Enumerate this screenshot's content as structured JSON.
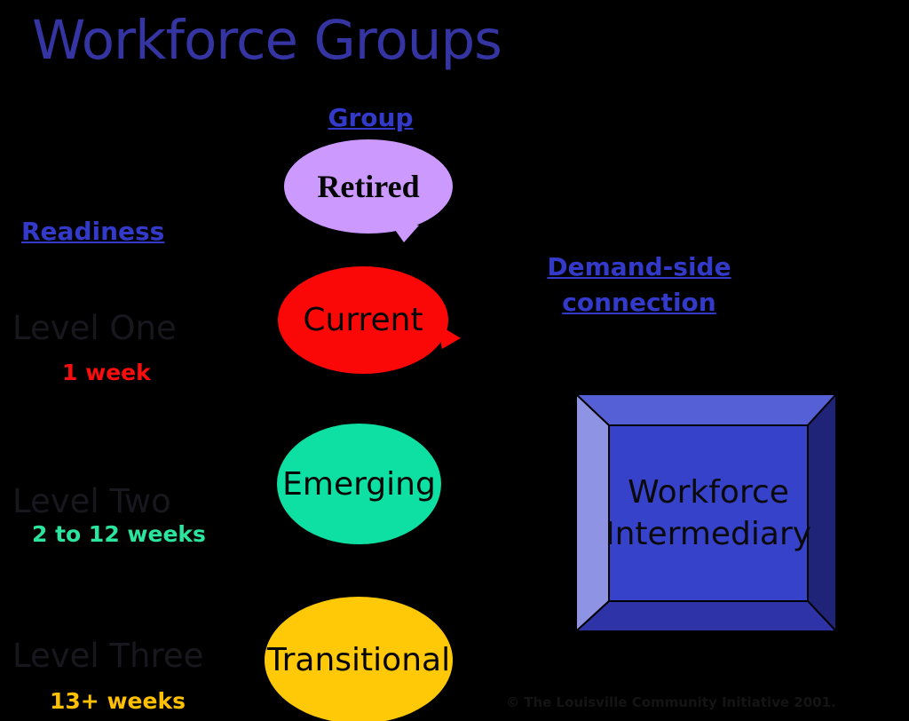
{
  "title": "Workforce Groups",
  "headers": {
    "group": "Group",
    "readiness": "Readiness",
    "demand_side_line1": "Demand-side",
    "demand_side_line2": "connection"
  },
  "groups": [
    {
      "name": "retired",
      "label": "Retired",
      "color": "#CC99FF"
    },
    {
      "name": "current",
      "label": "Current",
      "color": "#FA0707"
    },
    {
      "name": "emerging",
      "label": "Emerging",
      "color": "#0DE0A2"
    },
    {
      "name": "transitional",
      "label": "Transitional",
      "color": "#FFC907"
    }
  ],
  "readiness_levels": [
    {
      "label": "Level One",
      "duration": "1 week",
      "duration_color": "#FB0D0D"
    },
    {
      "label": "Level Two",
      "duration": "2 to 12 weeks",
      "duration_color": "#2BE49E"
    },
    {
      "label": "Level Three",
      "duration": "13+ weeks",
      "duration_color": "#FFC000"
    }
  ],
  "intermediary": {
    "line1": "Workforce",
    "line2": "Intermediary",
    "colors": {
      "face": "#3742CA",
      "bevel_top": "#5560D6",
      "bevel_left": "#8E93E3",
      "bevel_right": "#1F2478",
      "bevel_bottom": "#2E34A8",
      "edge": "#000000"
    }
  },
  "footer": {
    "copyright": "© The Louisville Community Initiative 2001."
  },
  "colors": {
    "background": "#000000",
    "title": "#3434A3",
    "header_links": "#3339C9",
    "level_labels": "#17171D",
    "copyright": "#141414"
  }
}
